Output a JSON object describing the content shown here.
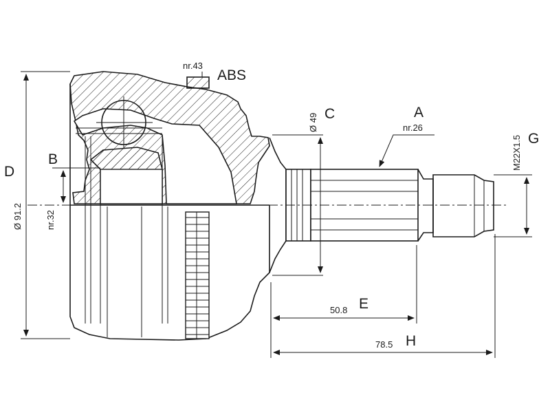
{
  "labels": {
    "abs": "ABS",
    "nr43": "nr.43",
    "nr26": "nr.26",
    "nr32": "nr.32",
    "a": "A",
    "b": "B",
    "c": "C",
    "d": "D",
    "e": "E",
    "g": "G",
    "h": "H"
  },
  "dimensions": {
    "outer_diameter": "Ø 91.2",
    "inner_diameter": "Ø 49",
    "thread": "M22X1.5",
    "spline_length": "50.8",
    "total_length": "78.5"
  }
}
